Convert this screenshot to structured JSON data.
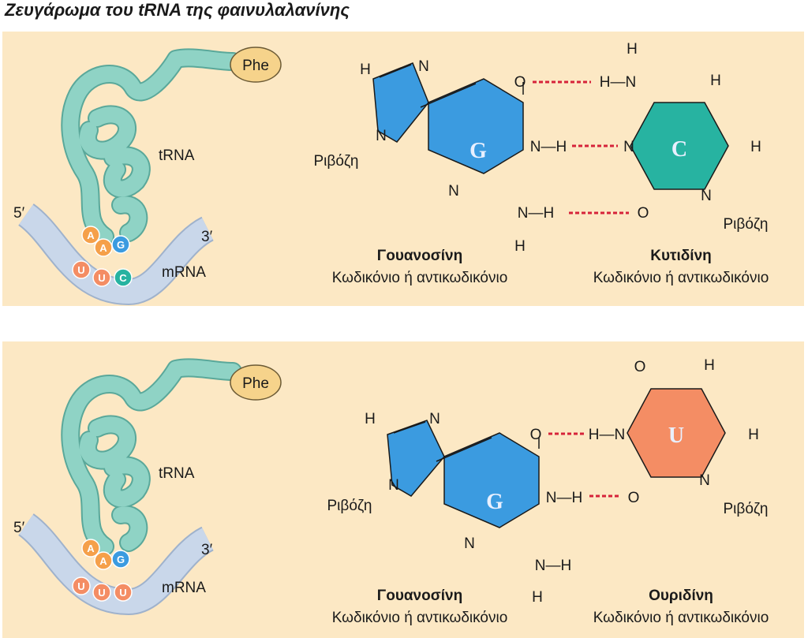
{
  "title": "Ζευγάρωμα του tRNA της φαινυλαλανίνης",
  "colors": {
    "panel": "#fce8c4",
    "trna": "#8fd3c5",
    "mrna": "#c9d7ea",
    "guanine": "#3b9be0",
    "cytosine": "#27b3a1",
    "uracil": "#f48d64",
    "hbond": "#d6233a",
    "phe": "#f6d38b",
    "base_A": "#f5a04a",
    "base_G": "#3b9be0",
    "base_U": "#f48d64",
    "base_C": "#27b3a1"
  },
  "top": {
    "trna": {
      "amino_acid": "Phe",
      "trna_label": "tRNA",
      "mrna_label": "mRNA",
      "five_prime": "5′",
      "three_prime": "3′",
      "anticodon": [
        "A",
        "A",
        "G"
      ],
      "codon": [
        "U",
        "U",
        "C"
      ]
    },
    "pair": {
      "left_ring_letter": "G",
      "right_ring_letter": "C",
      "ribose": "Ριβόζη",
      "atom_H": "H",
      "atom_N": "N",
      "atom_O": "O",
      "atom_NH": "N—H",
      "atom_HN": "H—N",
      "left_name": "Γουανοσίνη",
      "left_role": "Κωδικόνιο ή αντικωδικόνιο",
      "right_name": "Κυτιδίνη",
      "right_role": "Κωδικόνιο ή αντικωδικόνιο"
    }
  },
  "bottom": {
    "trna": {
      "amino_acid": "Phe",
      "trna_label": "tRNA",
      "mrna_label": "mRNA",
      "five_prime": "5′",
      "three_prime": "3′",
      "anticodon": [
        "A",
        "A",
        "G"
      ],
      "codon": [
        "U",
        "U",
        "U"
      ]
    },
    "pair": {
      "left_ring_letter": "G",
      "right_ring_letter": "U",
      "ribose": "Ριβόζη",
      "atom_H": "H",
      "atom_N": "N",
      "atom_O": "O",
      "atom_NH": "N—H",
      "atom_HN": "H—N",
      "left_name": "Γουανοσίνη",
      "left_role": "Κωδικόνιο ή αντικωδικόνιο",
      "right_name": "Ουριδίνη",
      "right_role": "Κωδικόνιο ή αντικωδικόνιο"
    }
  }
}
